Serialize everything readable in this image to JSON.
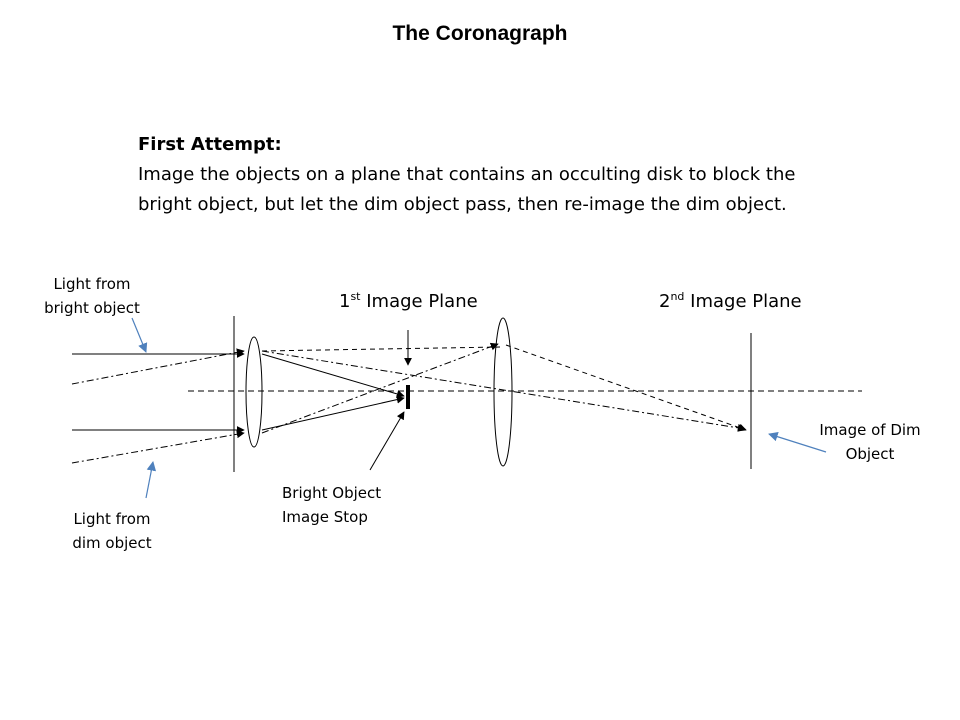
{
  "title": "The Coronagraph",
  "description": {
    "heading": "First Attempt:",
    "body": "Image the objects on a plane that contains an occulting disk to block the bright object, but let the dim object pass, then re-image the dim object."
  },
  "planes": {
    "first": {
      "num": "1",
      "sup": "st",
      "text": " Image Plane"
    },
    "second": {
      "num": "2",
      "sup": "nd",
      "text": " Image Plane"
    }
  },
  "labels": {
    "bright_light": [
      "Light from",
      "bright object"
    ],
    "dim_light": [
      "Light from",
      "dim object"
    ],
    "stop": [
      "Bright Object",
      "Image Stop"
    ],
    "dim_image": [
      "Image of Dim",
      "Object"
    ]
  },
  "colors": {
    "line": "#000000",
    "callout": "#4f81bd"
  }
}
